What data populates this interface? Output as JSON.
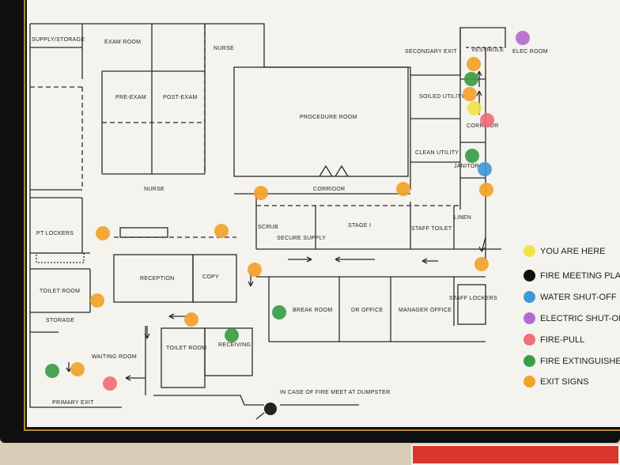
{
  "rooms": {
    "supply_storage": "SUPPLY/STORAGE",
    "exam_room": "EXAM ROOM",
    "nurse_top": "NURSE",
    "pre_exam": "PRE-EXAM",
    "post_exam": "POST-EXAM",
    "procedure_room": "PROCEDURE ROOM",
    "secondary_exit": "SECONDARY EXIT",
    "vestibule": "VESTIBULE",
    "elec_room": "ELEC ROOM",
    "soiled_utility": "SOILED UTILITY",
    "corridor_right": "CORRIDOR",
    "clean_utility": "CLEAN UTILITY",
    "janitor": "JANITOR",
    "nurse_mid": "NURSE",
    "corridor_mid": "CORRIDOR",
    "pt_lockers": "PT LOCKERS",
    "scrub": "SCRUB",
    "secure_supply": "SECURE SUPPLY",
    "stage_i": "STAGE I",
    "staff_toilet": "STAFF TOILET",
    "linen": "LINEN",
    "toilet_room_left": "TOILET ROOM",
    "reception": "RECEPTION",
    "copy": "COPY",
    "break_room": "BREAK ROOM",
    "dr_office": "DR OFFICE",
    "manager_office": "MANAGER OFFICE",
    "staff_lockers": "STAFF LOCKERS",
    "storage": "STORAGE",
    "waiting_room": "WAITING ROOM",
    "toilet_room_bottom": "TOILET ROOM",
    "receiving": "RECEIVING",
    "primary_exit": "PRIMARY EXIT",
    "fire_note": "IN CASE OF FIRE MEET AT DUMPSTER"
  },
  "legend": [
    {
      "label": "YOU ARE HERE",
      "color": "#f2e24a"
    },
    {
      "label": "FIRE MEETING PLACE",
      "color": "#111111"
    },
    {
      "label": "WATER SHUT-OFF",
      "color": "#3d9ad6"
    },
    {
      "label": "ELECTRIC SHUT-OFF",
      "color": "#b46bd0"
    },
    {
      "label": "FIRE-PULL",
      "color": "#ef6f7a"
    },
    {
      "label": "FIRE EXTINGUISHER",
      "color": "#3a9c48"
    },
    {
      "label": "EXIT SIGNS",
      "color": "#f2a32a"
    }
  ],
  "markers": [
    {
      "type": "exit",
      "color": "#f2a32a"
    },
    {
      "type": "exit",
      "color": "#f2a32a"
    },
    {
      "type": "exit",
      "color": "#f2a32a"
    },
    {
      "type": "exit",
      "color": "#f2a32a"
    },
    {
      "type": "exit",
      "color": "#f2a32a"
    },
    {
      "type": "exit",
      "color": "#f2a32a"
    },
    {
      "type": "exit",
      "color": "#f2a32a"
    },
    {
      "type": "exit",
      "color": "#f2a32a"
    },
    {
      "type": "exit",
      "color": "#f2a32a"
    },
    {
      "type": "exit",
      "color": "#f2a32a"
    },
    {
      "type": "exit",
      "color": "#f2a32a"
    },
    {
      "type": "exit",
      "color": "#f2a32a"
    },
    {
      "type": "extinguisher",
      "color": "#3a9c48"
    },
    {
      "type": "extinguisher",
      "color": "#3a9c48"
    },
    {
      "type": "extinguisher",
      "color": "#3a9c48"
    },
    {
      "type": "extinguisher",
      "color": "#3a9c48"
    },
    {
      "type": "extinguisher",
      "color": "#3a9c48"
    },
    {
      "type": "fire-pull",
      "color": "#ef6f7a"
    },
    {
      "type": "fire-pull",
      "color": "#ef6f7a"
    },
    {
      "type": "water-shutoff",
      "color": "#3d9ad6"
    },
    {
      "type": "electric-shutoff",
      "color": "#b46bd0"
    },
    {
      "type": "you-are-here",
      "color": "#f2e24a"
    },
    {
      "type": "meeting-place",
      "color": "#111111"
    }
  ]
}
